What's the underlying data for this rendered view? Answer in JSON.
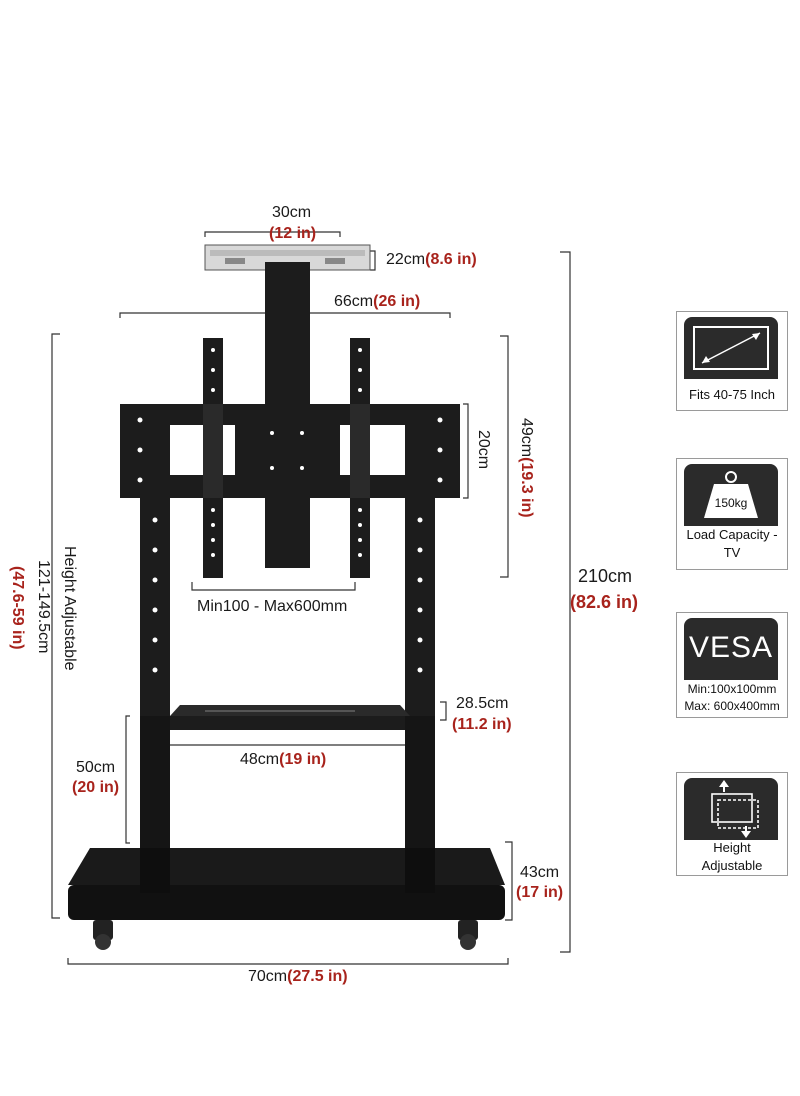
{
  "dimensions": {
    "top_plate_width_cm": "30cm",
    "top_plate_width_in": "(12 in)",
    "top_plate_height_cm": "22cm",
    "top_plate_height_in": "(8.6 in)",
    "mount_width_cm": "66cm",
    "mount_width_in": "(26 in)",
    "mount_height_cm": "49cm",
    "mount_height_in": "(19.3 in)",
    "bracket_height": "20cm",
    "vesa_range": "Min100 - Max600mm",
    "total_height_cm": "210cm",
    "total_height_in": "(82.6 in)",
    "adjust_range_cm": "121-149.5cm",
    "adjust_range_in": "(47.6-59 in)",
    "adjust_label": "Height Adjustable",
    "shelf_depth_cm": "28.5cm",
    "shelf_depth_in": "(11.2 in)",
    "shelf_width_cm": "48cm",
    "shelf_width_in": "(19 in)",
    "shelf_height_cm": "50cm",
    "shelf_height_in": "(20 in)",
    "base_height_cm": "43cm",
    "base_height_in": "(17 in)",
    "base_width_cm": "70cm",
    "base_width_in": "(27.5 in)"
  },
  "features": [
    {
      "icon": "screen-size-icon",
      "label": "Fits 40-75 Inch"
    },
    {
      "icon": "weight-icon",
      "weight_text": "150kg",
      "label": "Load Capacity - TV"
    },
    {
      "icon": "vesa-icon",
      "vesa_text": "VESA",
      "line1": "Min:100x100mm",
      "line2": "Max: 600x400mm"
    },
    {
      "icon": "height-adjust-icon",
      "label": "Height Adjustable"
    }
  ],
  "colors": {
    "accent_red": "#a8231c",
    "product": "#1c1c1c",
    "icon_bg": "#2b2b2b"
  }
}
